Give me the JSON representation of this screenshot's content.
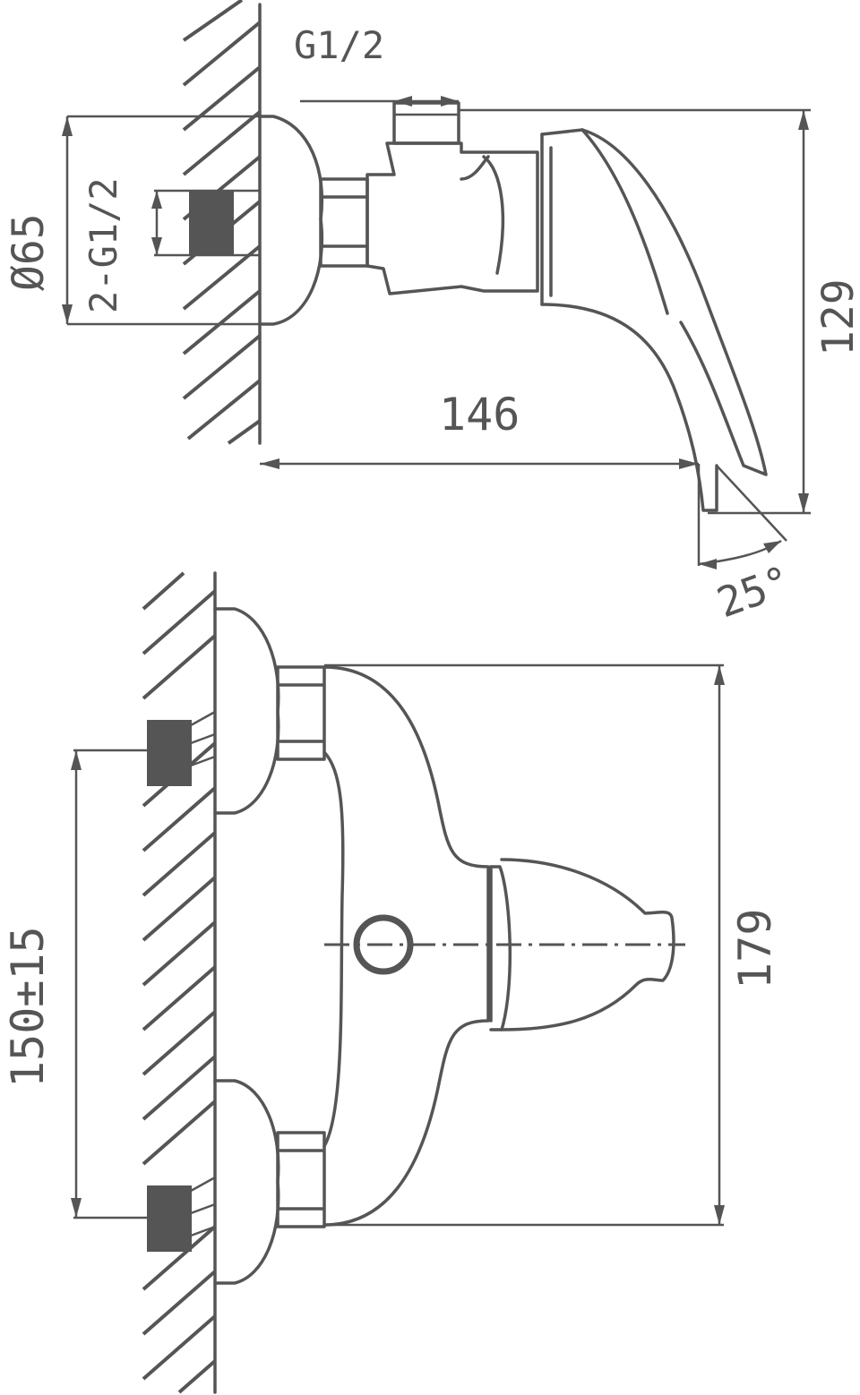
{
  "side_view": {
    "dims": {
      "thread_top": "G1/2",
      "diameter": "Ø65",
      "inlet_thread": "2-G1/2",
      "height": "129",
      "projection": "146",
      "angle": "25°"
    }
  },
  "front_view": {
    "dims": {
      "centre_distance": "150±15",
      "width": "179"
    }
  },
  "colors": {
    "line": "#555555",
    "background": "#ffffff"
  }
}
